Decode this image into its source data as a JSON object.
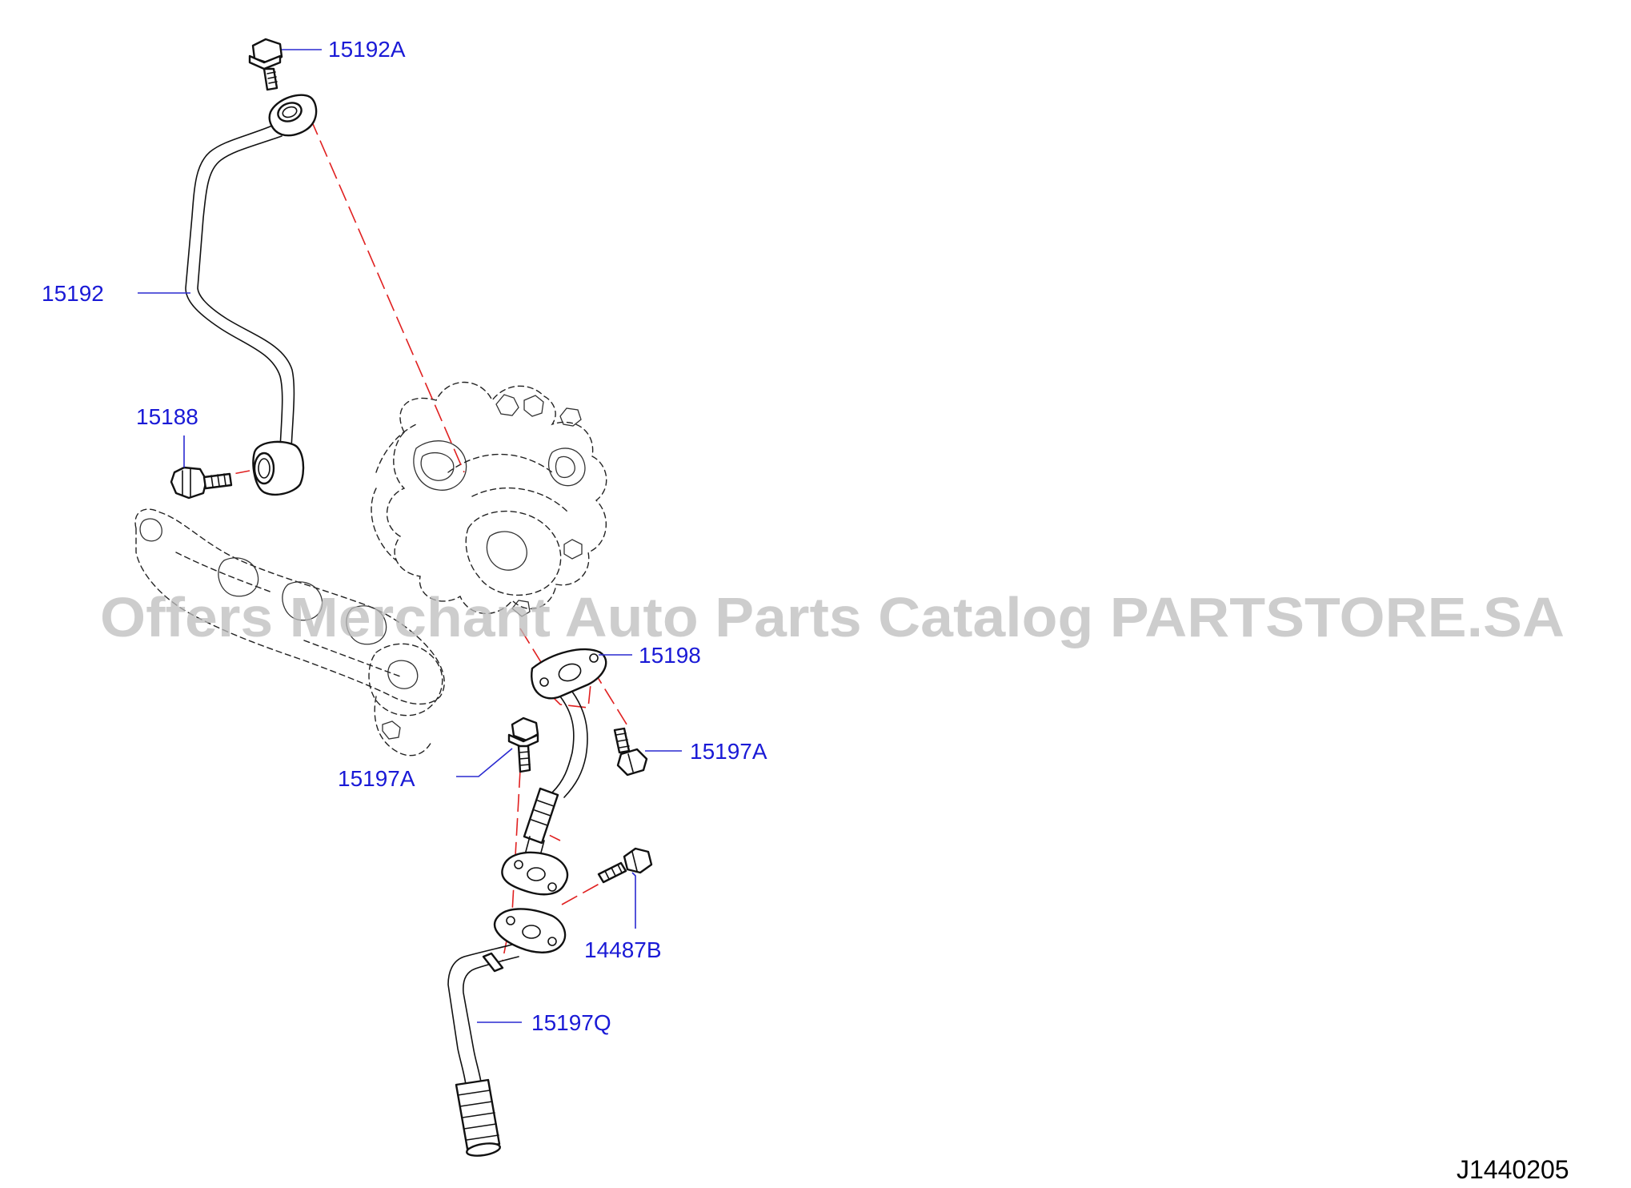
{
  "diagram": {
    "part_labels": [
      {
        "id": "15192A",
        "text": "15192A"
      },
      {
        "id": "15192",
        "text": "15192"
      },
      {
        "id": "15188",
        "text": "15188"
      },
      {
        "id": "15198",
        "text": "15198"
      },
      {
        "id": "15197A-right",
        "text": "15197A"
      },
      {
        "id": "15197A-left",
        "text": "15197A"
      },
      {
        "id": "14487B",
        "text": "14487B"
      },
      {
        "id": "15197Q",
        "text": "15197Q"
      }
    ],
    "watermark": "Offers Merchant Auto Parts Catalog PARTSTORE.SA",
    "diagram_code": "J1440205",
    "colors": {
      "label": "#1a1ad6",
      "centerline": "#e02020",
      "linework": "#111111",
      "watermark": "#bdbdbd"
    }
  }
}
